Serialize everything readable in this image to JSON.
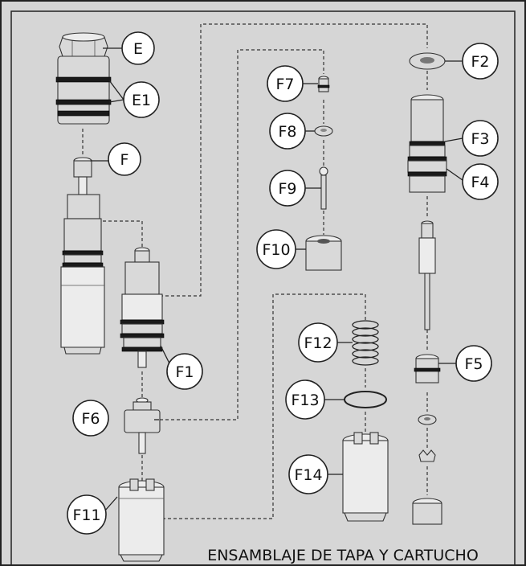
{
  "caption": "ENSAMBLAJE DE TAPA Y CARTUCHO",
  "labels": {
    "E": "E",
    "E1": "E1",
    "F": "F",
    "F1": "F1",
    "F2": "F2",
    "F3": "F3",
    "F4": "F4",
    "F5": "F5",
    "F6": "F6",
    "F7": "F7",
    "F8": "F8",
    "F9": "F9",
    "F10": "F10",
    "F11": "F11",
    "F12": "F12",
    "F13": "F13",
    "F14": "F14"
  },
  "colors": {
    "background": "#d6d6d6",
    "border": "#222222",
    "part": "#d9d9d9"
  }
}
